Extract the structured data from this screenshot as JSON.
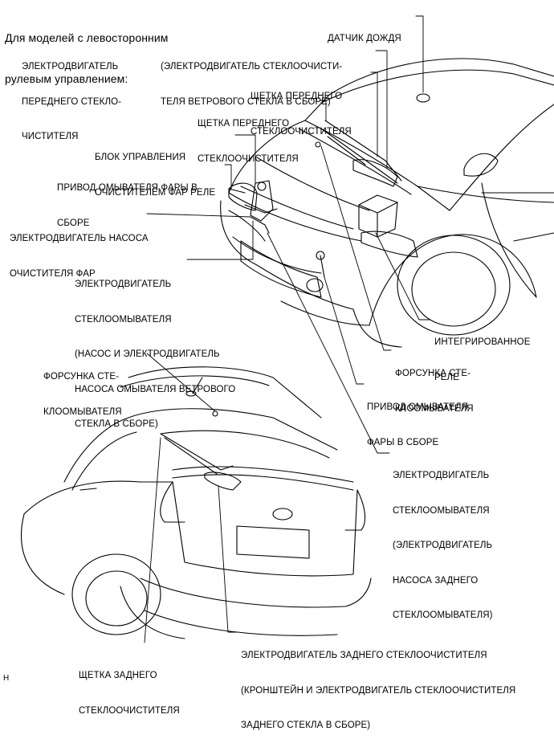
{
  "header": [
    "Для моделей с левосторонним",
    "рулевым управлением:"
  ],
  "labels": {
    "rain_sensor": [
      "ДАТЧИК ДОЖДЯ"
    ],
    "front_wiper_motor": [
      "ЭЛЕКТРОДВИГАТЕЛЬ",
      "ПЕРЕДНЕГО СТЕКЛО-",
      "ЧИСТИТЕЛЯ"
    ],
    "wiper_link_assy": [
      "(ЭЛЕКТРОДВИГАТЕЛЬ СТЕКЛООЧИСТИ-",
      "ТЕЛЯ ВЕТРОВОГО СТЕКЛА В СБОРЕ)"
    ],
    "front_wiper_blade_1": [
      "ЩЕТКА ПЕРЕДНЕГО",
      "СТЕКЛООЧИСТИТЕЛЯ"
    ],
    "front_wiper_blade_2": [
      "ЩЕТКА ПЕРЕДНЕГО",
      "СТЕКЛООЧИСТИТЕЛЯ"
    ],
    "headlamp_cleaner_relay": [
      "БЛОК УПРАВЛЕНИЯ",
      "ОЧИСТИТЕЛЕМ ФАР РЕЛЕ"
    ],
    "headlamp_washer_actuator_left": [
      "ПРИВОД ОМЫВАТЕЛЯ ФАРЫ В",
      "СБОРЕ"
    ],
    "headlamp_cleaner_pump_motor": [
      "ЭЛЕКТРОДВИГАТЕЛЬ НАСОСА",
      "ОЧИСТИТЕЛЯ ФАР"
    ],
    "washer_motor_front": [
      "ЭЛЕКТРОДВИГАТЕЛЬ",
      "СТЕКЛООМЫВАТЕЛЯ",
      "(НАСОС И ЭЛЕКТРОДВИГАТЕЛЬ",
      "НАСОСА ОМЫВАТЕЛЯ ВЕТРОВОГО",
      "СТЕКЛА В СБОРЕ)"
    ],
    "integration_relay": [
      "ИНТЕГРИРОВАННОЕ",
      "РЕЛЕ"
    ],
    "washer_nozzle_front": [
      "ФОРСУНКА СТЕ-",
      "КЛООМЫВАТЕЛЯ"
    ],
    "headlamp_washer_actuator_right": [
      "ПРИВОД ОМЫВАТЕЛЯ",
      "ФАРЫ В СБОРЕ"
    ],
    "washer_motor_rear": [
      "ЭЛЕКТРОДВИГАТЕЛЬ",
      "СТЕКЛООМЫВАТЕЛЯ",
      "(ЭЛЕКТРОДВИГАТЕЛЬ",
      "НАСОСА ЗАДНЕГО",
      "СТЕКЛООМЫВАТЕЛЯ)"
    ],
    "washer_nozzle_rear": [
      "ФОРСУНКА СТЕ-",
      "КЛООМЫВАТЕЛЯ"
    ],
    "rear_wiper_motor": [
      "ЭЛЕКТРОДВИГАТЕЛЬ ЗАДНЕГО СТЕКЛООЧИСТИТЕЛЯ",
      "(КРОНШТЕЙН И ЭЛЕКТРОДВИГАТЕЛЬ СТЕКЛООЧИСТИТЕЛЯ",
      "ЗАДНЕГО СТЕКЛА В СБОРЕ)"
    ],
    "rear_wiper_blade": [
      "ЩЕТКА ЗАДНЕГО",
      "СТЕКЛООЧИСТИТЕЛЯ"
    ]
  },
  "corner_code": "H"
}
